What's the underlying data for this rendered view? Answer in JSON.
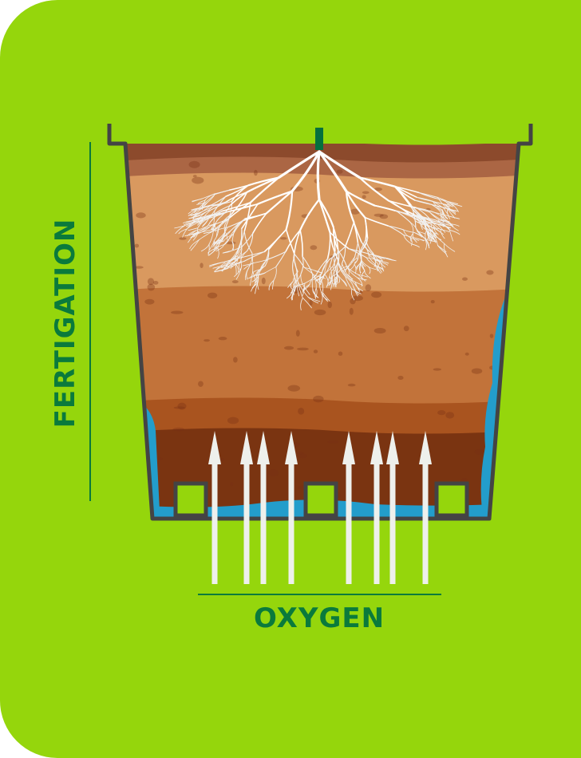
{
  "labels": {
    "fertigation": "FERTIGATION",
    "oxygen": "OXYGEN"
  },
  "colors": {
    "background": "#95d60c",
    "label": "#0a7a3c",
    "pot_outline": "#444444",
    "water": "#239dcb",
    "arrows": "#eef0ec",
    "roots": "#ffffff",
    "stem": "#05703e"
  },
  "soil_layers": [
    "#8c4a2c",
    "#ab6644",
    "#d9995f",
    "#c2733a",
    "#a9541f",
    "#7a3411"
  ],
  "oxygen_arrow_count": 8,
  "drainage_hole_count": 3
}
